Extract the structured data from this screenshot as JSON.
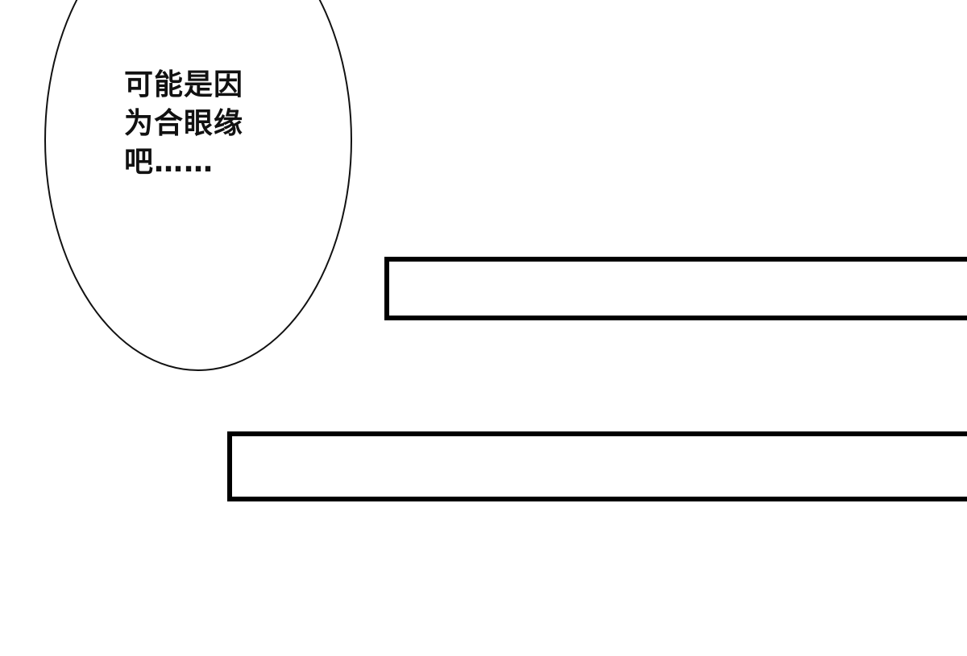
{
  "speech_bubble": {
    "lines": [
      "可能是因",
      "为合眼缘",
      "吧……"
    ]
  },
  "caption_boxes": [
    {
      "text": ""
    },
    {
      "text": ""
    }
  ],
  "colors": {
    "ink": "#000000",
    "background": "#ffffff"
  }
}
